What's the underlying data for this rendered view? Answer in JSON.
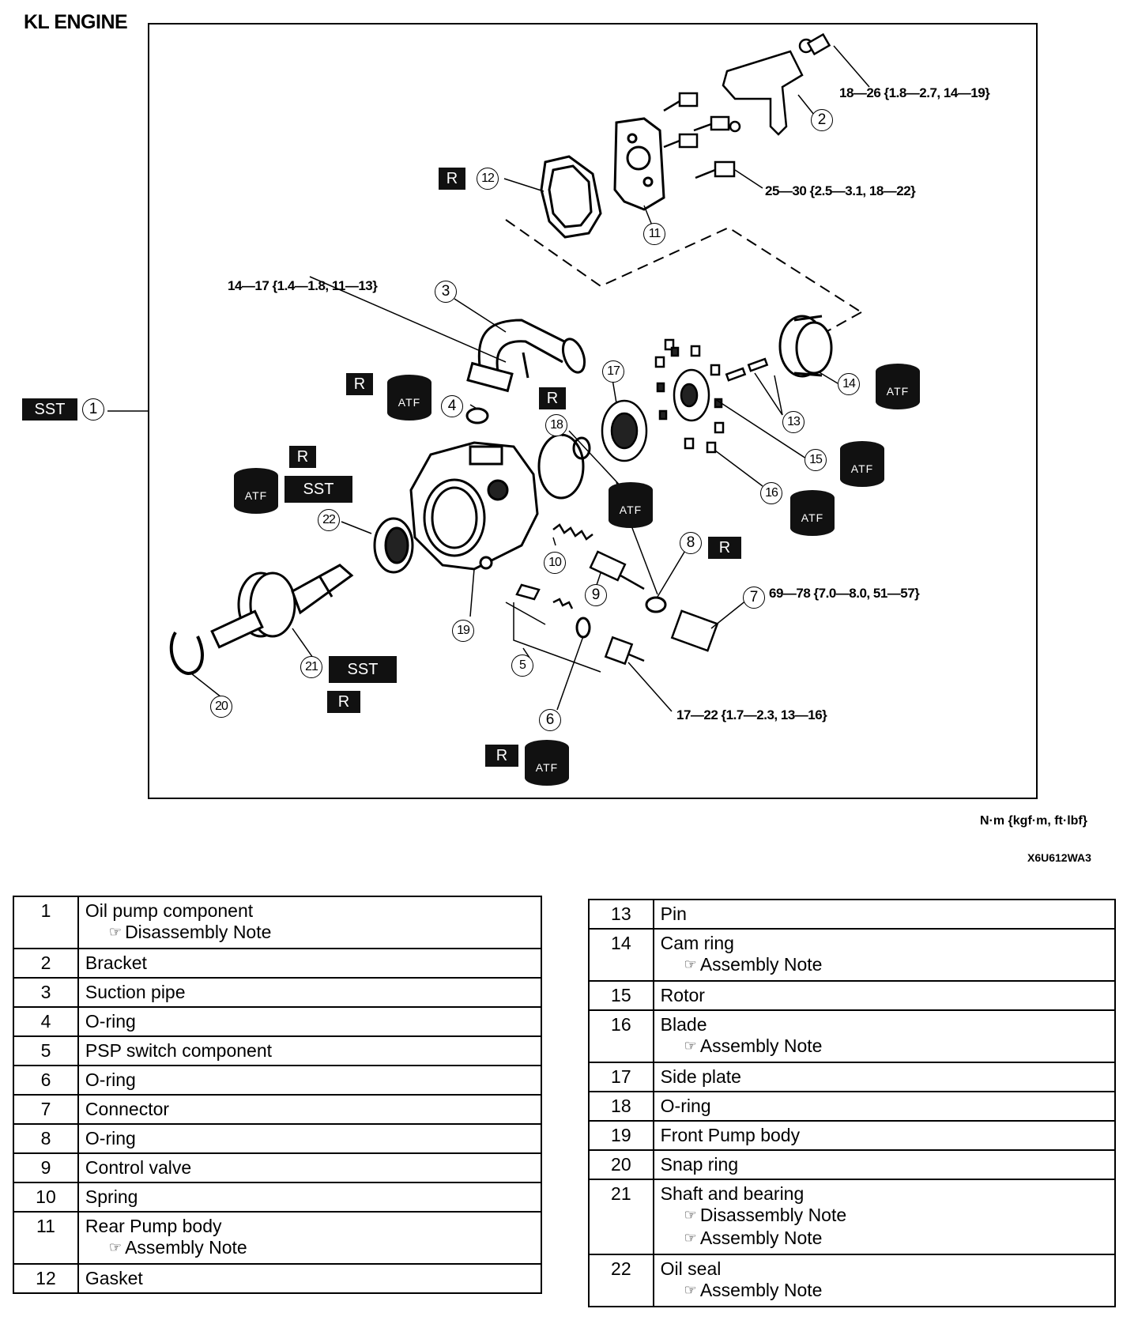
{
  "title": "KL ENGINE",
  "units_note": "N·m {kgf·m, ft·lbf}",
  "figure_code": "X6U612WA3",
  "badges": {
    "sst": "SST",
    "r": "R",
    "atf": "ATF"
  },
  "torques": {
    "t1": "18—26 {1.8—2.7, 14—19}",
    "t2": "25—30 {2.5—3.1, 18—22}",
    "t3": "14—17 {1.4—1.8, 11—13}",
    "t4": "69—78 {7.0—8.0, 51—57}",
    "t5": "17—22 {1.7—2.3, 13—16}"
  },
  "callouts": [
    "1",
    "2",
    "3",
    "4",
    "5",
    "6",
    "7",
    "8",
    "9",
    "10",
    "11",
    "12",
    "13",
    "14",
    "15",
    "16",
    "17",
    "18",
    "19",
    "20",
    "21",
    "22"
  ],
  "parts_left": [
    {
      "num": "1",
      "name": "Oil pump component",
      "notes": [
        "Disassembly Note"
      ]
    },
    {
      "num": "2",
      "name": "Bracket",
      "notes": []
    },
    {
      "num": "3",
      "name": "Suction pipe",
      "notes": []
    },
    {
      "num": "4",
      "name": "O-ring",
      "notes": []
    },
    {
      "num": "5",
      "name": "PSP switch component",
      "notes": []
    },
    {
      "num": "6",
      "name": "O-ring",
      "notes": []
    },
    {
      "num": "7",
      "name": "Connector",
      "notes": []
    },
    {
      "num": "8",
      "name": "O-ring",
      "notes": []
    },
    {
      "num": "9",
      "name": "Control valve",
      "notes": []
    },
    {
      "num": "10",
      "name": "Spring",
      "notes": []
    },
    {
      "num": "11",
      "name": "Rear Pump body",
      "notes": [
        "Assembly Note"
      ]
    },
    {
      "num": "12",
      "name": "Gasket",
      "notes": []
    }
  ],
  "parts_right": [
    {
      "num": "13",
      "name": "Pin",
      "notes": []
    },
    {
      "num": "14",
      "name": "Cam ring",
      "notes": [
        "Assembly Note"
      ]
    },
    {
      "num": "15",
      "name": "Rotor",
      "notes": []
    },
    {
      "num": "16",
      "name": "Blade",
      "notes": [
        "Assembly Note"
      ]
    },
    {
      "num": "17",
      "name": "Side plate",
      "notes": []
    },
    {
      "num": "18",
      "name": "O-ring",
      "notes": []
    },
    {
      "num": "19",
      "name": "Front Pump body",
      "notes": []
    },
    {
      "num": "20",
      "name": "Snap ring",
      "notes": []
    },
    {
      "num": "21",
      "name": "Shaft and bearing",
      "notes": [
        "Disassembly Note",
        "Assembly Note"
      ]
    },
    {
      "num": "22",
      "name": "Oil seal",
      "notes": [
        "Assembly Note"
      ]
    }
  ]
}
